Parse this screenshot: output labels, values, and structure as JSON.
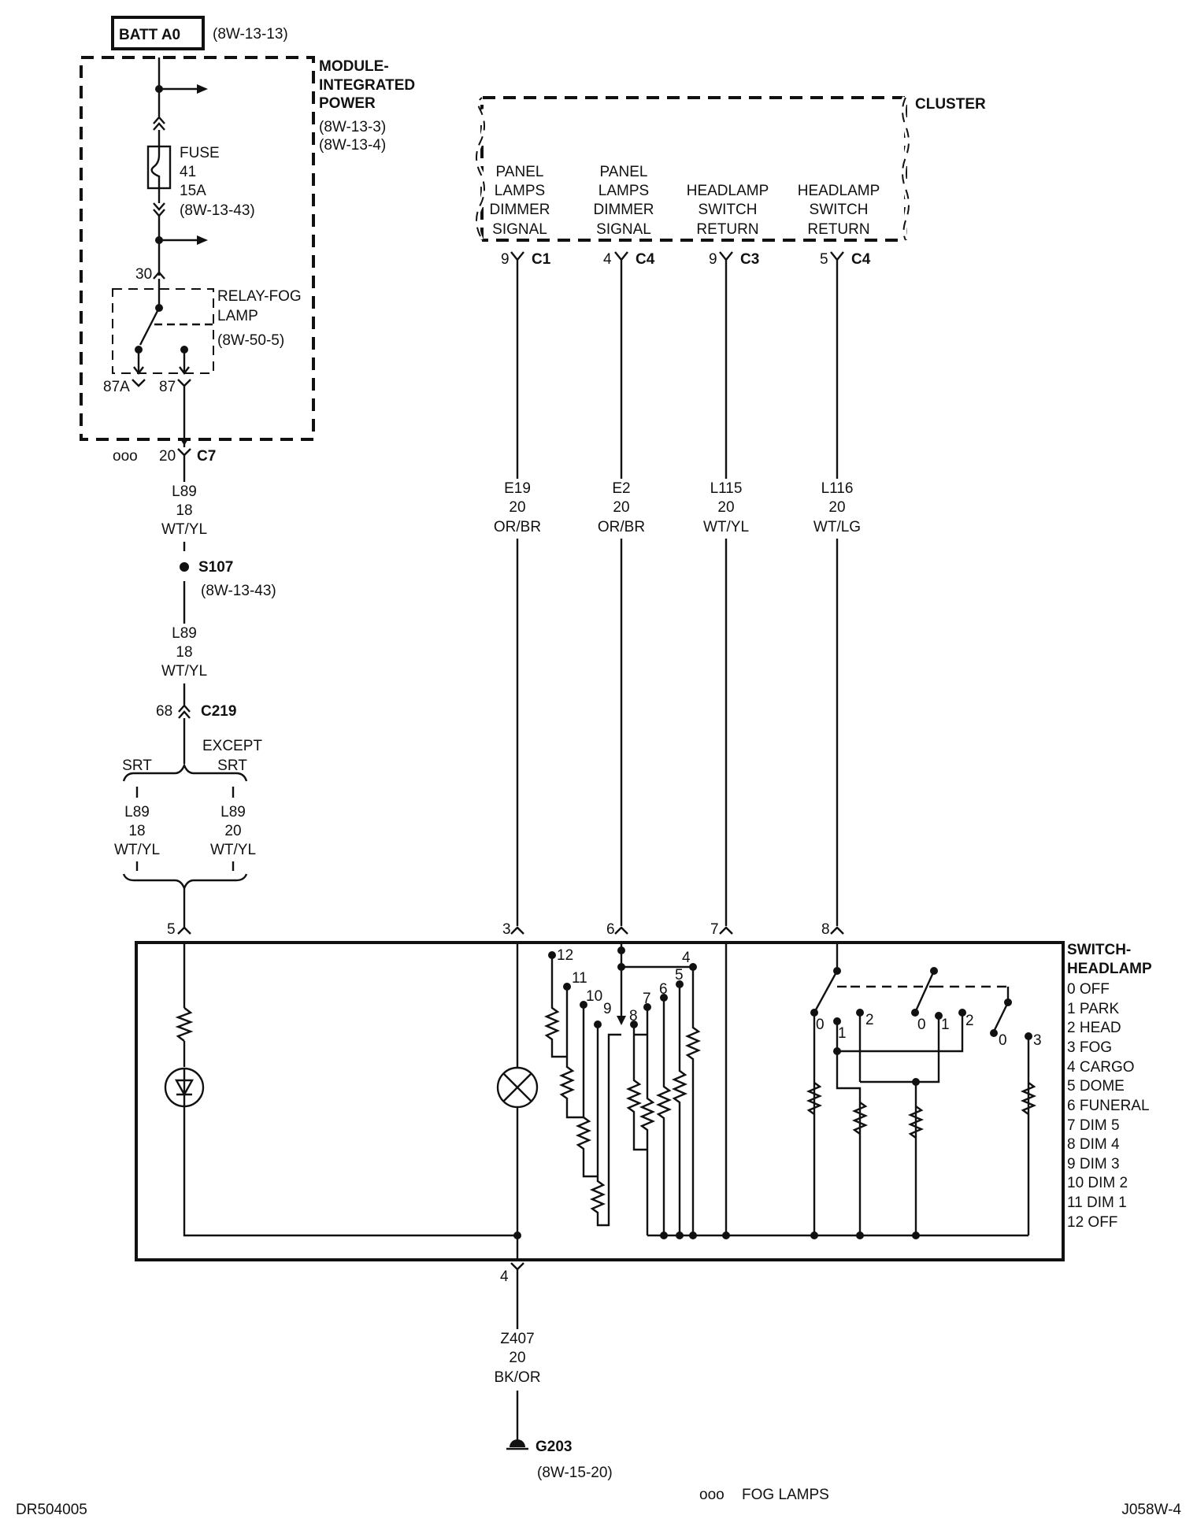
{
  "batt": {
    "label": "BATT A0",
    "ref": "(8W-13-13)"
  },
  "mip": {
    "line1": "MODULE-",
    "line2": "INTEGRATED",
    "line3": "POWER",
    "ref1": "(8W-13-3)",
    "ref2": "(8W-13-4)"
  },
  "fuse": {
    "label": "FUSE",
    "number": "41",
    "rating": "15A",
    "ref": "(8W-13-43)"
  },
  "relay": {
    "line1": "RELAY-FOG",
    "line2": "LAMP",
    "ref": "(8W-50-5)",
    "pin30": "30",
    "pin87a": "87A",
    "pin87": "87"
  },
  "c7": {
    "circles": "ooo",
    "pin": "20",
    "name": "C7"
  },
  "wire_l89_a": {
    "id": "L89",
    "gauge": "18",
    "color": "WT/YL"
  },
  "s107": {
    "name": "S107",
    "ref": "(8W-13-43)"
  },
  "wire_l89_b": {
    "id": "L89",
    "gauge": "18",
    "color": "WT/YL"
  },
  "c219": {
    "pin": "68",
    "name": "C219"
  },
  "branch": {
    "srt": "SRT",
    "except_line1": "EXCEPT",
    "except_line2": "SRT",
    "left": {
      "id": "L89",
      "gauge": "18",
      "color": "WT/YL"
    },
    "right": {
      "id": "L89",
      "gauge": "20",
      "color": "WT/YL"
    }
  },
  "cluster": {
    "title": "CLUSTER",
    "columns": [
      {
        "lines": [
          "PANEL",
          "LAMPS",
          "DIMMER",
          "SIGNAL"
        ],
        "pin": "9",
        "conn": "C1",
        "wire": {
          "id": "E19",
          "gauge": "20",
          "color": "OR/BR"
        },
        "switch_pin": "3"
      },
      {
        "lines": [
          "PANEL",
          "LAMPS",
          "DIMMER",
          "SIGNAL"
        ],
        "pin": "4",
        "conn": "C4",
        "wire": {
          "id": "E2",
          "gauge": "20",
          "color": "OR/BR"
        },
        "switch_pin": "6"
      },
      {
        "lines": [
          "",
          "HEADLAMP",
          "SWITCH",
          "RETURN"
        ],
        "pin": "9",
        "conn": "C3",
        "wire": {
          "id": "L115",
          "gauge": "20",
          "color": "WT/YL"
        },
        "switch_pin": "7"
      },
      {
        "lines": [
          "",
          "HEADLAMP",
          "SWITCH",
          "RETURN"
        ],
        "pin": "5",
        "conn": "C4",
        "wire": {
          "id": "L116",
          "gauge": "20",
          "color": "WT/LG"
        },
        "switch_pin": "8"
      }
    ]
  },
  "switch_pin_left": "5",
  "headlamp_switch": {
    "title1": "SWITCH-",
    "title2": "HEADLAMP",
    "positions": [
      "0 OFF",
      "1 PARK",
      "2 HEAD",
      "3 FOG",
      "4 CARGO",
      "5 DOME",
      "6 FUNERAL",
      "7 DIM 5",
      "8 DIM 4",
      "9 DIM 3",
      "10 DIM 2",
      "11 DIM 1",
      "12 OFF"
    ]
  },
  "rheostat_taps": [
    "12",
    "11",
    "10",
    "9",
    "8",
    "7",
    "6",
    "5",
    "4"
  ],
  "switch_contacts": {
    "a0": "0",
    "b1": "1",
    "b2": "2",
    "c0": "0",
    "c1": "1",
    "c2": "2",
    "d0": "0",
    "d3": "3"
  },
  "ground_pin": "4",
  "wire_z407": {
    "id": "Z407",
    "gauge": "20",
    "color": "BK/OR"
  },
  "ground": {
    "name": "G203",
    "ref": "(8W-15-20)"
  },
  "footer": {
    "left": "DR504005",
    "legend_circles": "ooo",
    "legend_text": "FOG LAMPS",
    "right": "J058W-4"
  }
}
